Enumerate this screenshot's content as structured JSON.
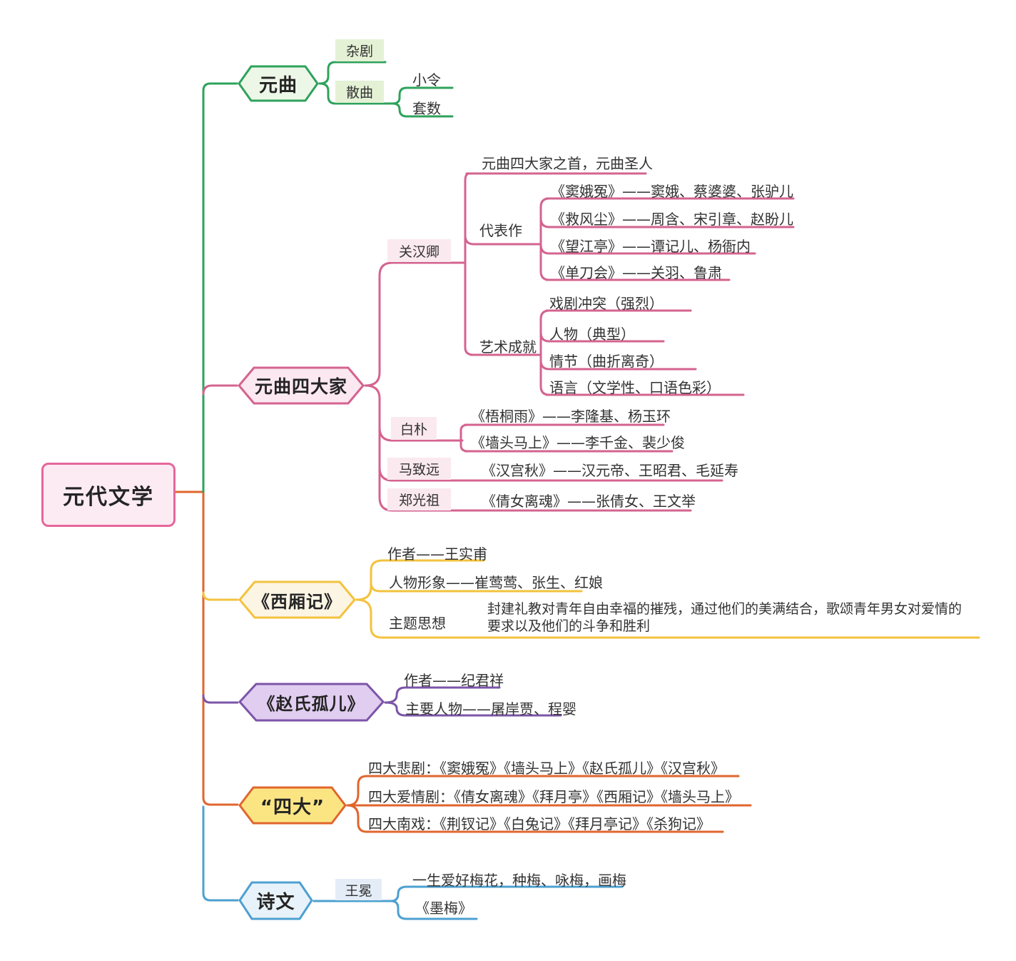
{
  "root": {
    "label": "元代文学"
  },
  "branches": {
    "yuanqu": {
      "label": "元曲",
      "zaju": "杂剧",
      "sanqu": "散曲",
      "xiaoling": "小令",
      "taoshu": "套数"
    },
    "sidajia": {
      "label": "元曲四大家",
      "guanhanqing": {
        "label": "关汉卿",
        "intro": "元曲四大家之首，元曲圣人",
        "works_label": "代表作",
        "works": [
          "《窦娥冤》——窦娥、蔡婆婆、张驴儿",
          "《救风尘》——周含、宋引章、赵盼儿",
          "《望江亭》——谭记儿、杨衙内",
          "《单刀会》——关羽、鲁肃"
        ],
        "achievements_label": "艺术成就",
        "achievements": [
          "戏剧冲突（强烈）",
          "人物（典型）",
          "情节（曲折离奇）",
          "语言（文学性、口语色彩）"
        ]
      },
      "baipu": {
        "label": "白朴",
        "works": [
          "《梧桐雨》——李隆基、杨玉环",
          "《墙头马上》——李千金、裴少俊"
        ]
      },
      "mazhiyuan": {
        "label": "马致远",
        "work": "《汉宫秋》——汉元帝、王昭君、毛延寿"
      },
      "zhengguangzu": {
        "label": "郑光祖",
        "work": "《倩女离魂》——张倩女、王文举"
      }
    },
    "xixiangji": {
      "label": "《西厢记》",
      "author": "作者——王实甫",
      "characters": "人物形象——崔莺莺、张生、红娘",
      "theme_label": "主题思想",
      "theme_text": "封建礼教对青年自由幸福的摧残，通过他们的美满结合，歌颂青年男女对爱情的要求以及他们的斗争和胜利"
    },
    "zhaoshiguer": {
      "label": "《赵氏孤儿》",
      "author": "作者——纪君祥",
      "characters": "主要人物——屠岸贾、程婴"
    },
    "sida": {
      "label": "“四大”",
      "rows": [
        "四大悲剧：《窦娥冤》《墙头马上》《赵氏孤儿》《汉宫秋》",
        "四大爱情剧：《倩女离魂》《拜月亭》《西厢记》《墙头马上》",
        "四大南戏：《荆钗记》《白兔记》《拜月亭记》《杀狗记》"
      ]
    },
    "shiwen": {
      "label": "诗文",
      "wangmian": "王冕",
      "rows": [
        "一生爱好梅花，种梅、咏梅，画梅",
        "《墨梅》"
      ]
    }
  },
  "colors": {
    "root_accent": "#e5679c",
    "green": "#2fa25c",
    "pink": "#d4638f",
    "yellow": "#f3c23e",
    "purple": "#7c55a8",
    "orange": "#e0662e",
    "blue": "#4da0d0"
  }
}
